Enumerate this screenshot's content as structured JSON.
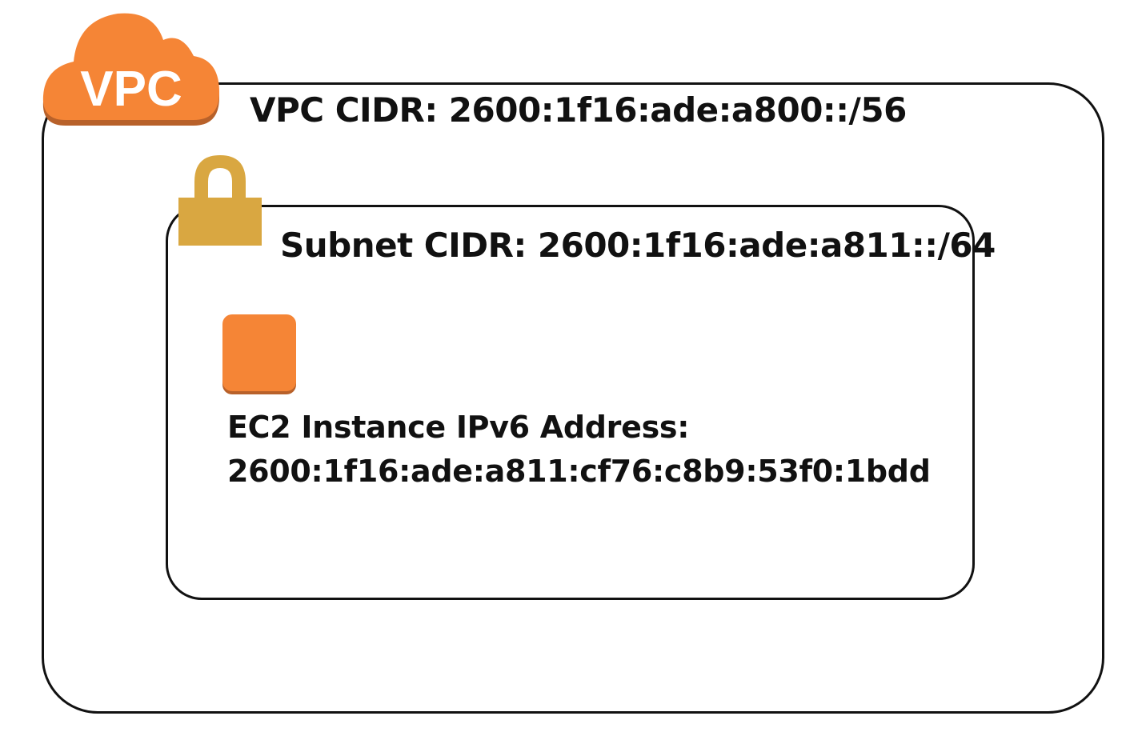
{
  "vpc": {
    "badge": "VPC",
    "label": "VPC CIDR: 2600:1f16:ade:a800::/56"
  },
  "subnet": {
    "label": "Subnet CIDR: 2600:1f16:ade:a811::/64"
  },
  "ec2": {
    "label_line1": "EC2 Instance IPv6 Address:",
    "label_line2": "2600:1f16:ade:a811:cf76:c8b9:53f0:1bdd"
  },
  "colors": {
    "orange": "#f58536",
    "gold": "#d9a741"
  }
}
